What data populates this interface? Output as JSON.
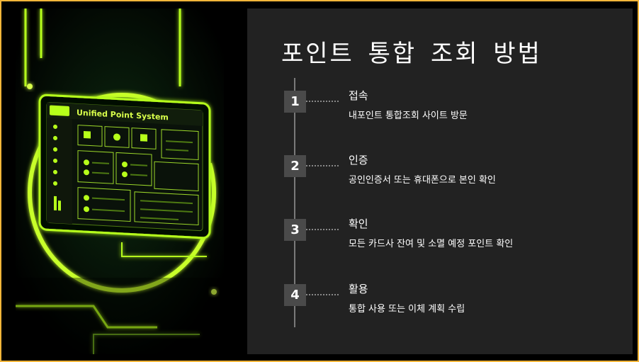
{
  "title": "포인트 통합 조회 방법",
  "illustration": {
    "app_title": "Unified Point System",
    "accent_color": "#b6ff1a",
    "description_icon": "neon-tablet-illustration"
  },
  "steps": [
    {
      "number": "1",
      "title": "접속",
      "description": "내포인트 통합조회 사이트 방문"
    },
    {
      "number": "2",
      "title": "인증",
      "description": "공인인증서 또는 휴대폰으로 본인 확인"
    },
    {
      "number": "3",
      "title": "확인",
      "description": "모든 카드사 잔여 및 소멸 예정 포인트 확인"
    },
    {
      "number": "4",
      "title": "활용",
      "description": "통합 사용 또는 이체 계획 수립"
    }
  ],
  "colors": {
    "frame_border": "#f2b53a",
    "panel_bg": "#222222",
    "badge_bg": "#4a4a4a",
    "text": "#ffffff"
  }
}
